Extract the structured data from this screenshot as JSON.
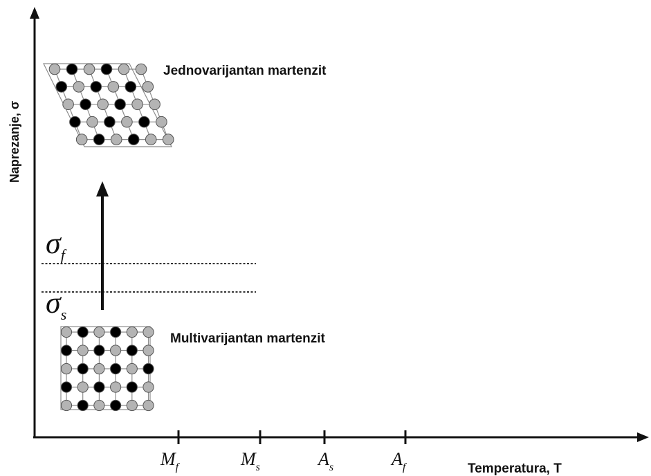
{
  "axes": {
    "x_label": "Temperatura, T",
    "y_label": "Naprezanje, σ"
  },
  "stress_levels": [
    {
      "symbol": "σ",
      "subscript": "f"
    },
    {
      "symbol": "σ",
      "subscript": "s"
    }
  ],
  "temperature_ticks": [
    {
      "symbol": "M",
      "subscript": "f"
    },
    {
      "symbol": "M",
      "subscript": "s"
    },
    {
      "symbol": "A",
      "subscript": "s"
    },
    {
      "symbol": "A",
      "subscript": "f"
    }
  ],
  "structures": {
    "detwinned": {
      "label": "Jednovarijantan martenzit"
    },
    "twinned": {
      "label": "Multivarijantan martenzit"
    }
  },
  "colors": {
    "axis": "#111111",
    "atom_black": "#000000",
    "atom_gray": "#b4b4b4",
    "lattice_line": "#8c8c8c"
  }
}
